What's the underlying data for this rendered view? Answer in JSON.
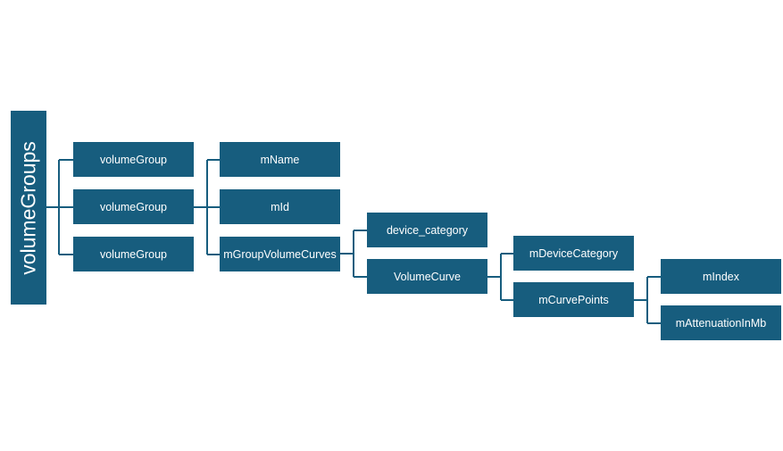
{
  "colors": {
    "node_fill": "#175d7e",
    "node_text": "#ffffff",
    "connector": "#175d7e",
    "background": "#ffffff"
  },
  "tree": {
    "root": "volumeGroups",
    "level1": [
      "volumeGroup",
      "volumeGroup",
      "volumeGroup"
    ],
    "level2": [
      "mName",
      "mId",
      "mGroupVolumeCurves"
    ],
    "level3": [
      "device_category",
      "VolumeCurve"
    ],
    "level4": [
      "mDeviceCategory",
      "mCurvePoints"
    ],
    "level5": [
      "mIndex",
      "mAttenuationInMb"
    ]
  }
}
